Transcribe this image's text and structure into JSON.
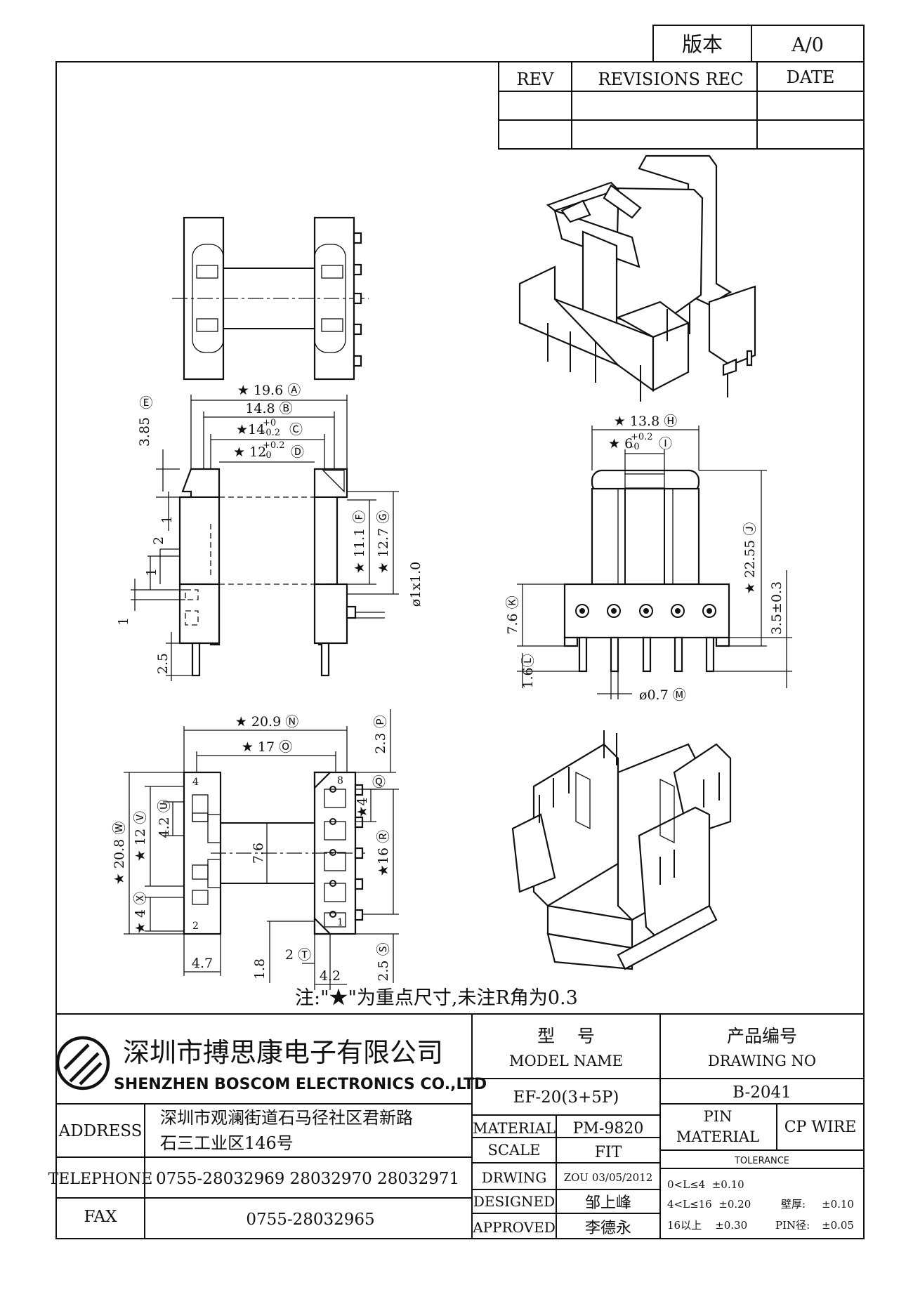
{
  "version_block": {
    "label": "版本",
    "value": "A/0"
  },
  "revision_table": {
    "headers": [
      "REV",
      "REVISIONS REC",
      "DATE"
    ]
  },
  "dimensions": {
    "a": "★ 19.6 Ⓐ",
    "b": "14.8 Ⓑ",
    "c_base": "★14",
    "c_tol_up": "+0",
    "c_tol_dn": "-0.2",
    "c_tag": "Ⓒ",
    "d_base": "★ 12",
    "d_tol_up": "+0.2",
    "d_tol_dn": "-0",
    "d_tag": "Ⓓ",
    "e_tag": "Ⓔ",
    "e_val": "3.85",
    "f": "★ 11.1 Ⓕ",
    "g": "★ 12.7 Ⓖ",
    "pin_dia_side": "ø1x1.0",
    "side_1a": "1",
    "side_2": "2",
    "side_1b": "1",
    "side_1c": "1",
    "side_25": "2.5",
    "h": "★ 13.8 Ⓗ",
    "i_base": "★ 6",
    "i_tol_up": "+0.2",
    "i_tol_dn": "-0",
    "i_tag": "Ⓘ",
    "j": "★ 22.55 Ⓙ",
    "k": "7.6 Ⓚ",
    "l": "1.6Ⓛ",
    "m": "ø0.7 Ⓜ",
    "h35": "3.5±0.3",
    "n": "★ 20.9 Ⓝ",
    "o": "★ 17 Ⓞ",
    "p": "2.3 Ⓟ",
    "q_tag": "Ⓠ",
    "q_val": "★4",
    "r": "★16 Ⓡ",
    "s": "2.5 Ⓢ",
    "t": "2 Ⓣ",
    "u": "4.2 Ⓤ",
    "v": "★ 12 Ⓥ",
    "w": "★ 20.8 Ⓦ",
    "x": "★ 4 Ⓧ",
    "d76": "7.6",
    "d47": "4.7",
    "d18": "1.8",
    "d42b": "4.2",
    "pin_4": "4",
    "pin_2": "2",
    "pin_8": "8",
    "pin_1": "1"
  },
  "note": "注:\"★\"为重点尺寸,未注R角为0.3",
  "company": {
    "name_cn": "深圳市搏思康电子有限公司",
    "name_en": "SHENZHEN BOSCOM ELECTRONICS CO.,LTD",
    "address_label": "ADDRESS",
    "address_line1": "深圳市观澜街道石马径社区君新路",
    "address_line2": "石三工业区146号",
    "telephone_label": "TELEPHONE",
    "telephone": "0755-28032969 28032970 28032971",
    "fax_label": "FAX",
    "fax": "0755-28032965"
  },
  "title_block": {
    "model_label_cn": "型    号",
    "model_label_en": "MODEL NAME",
    "model": "EF-20(3+5P)",
    "drawing_label_cn": "产品编号",
    "drawing_label_en": "DRAWING NO",
    "drawing_no": "B-2041",
    "material_label": "MATERIAL",
    "material": "PM-9820",
    "scale_label": "SCALE",
    "scale": "FIT",
    "drawing_by_label": "DRWING",
    "drawing_by": "ZOU 03/05/2012",
    "designed_label": "DESIGNED",
    "designed": "邹上峰",
    "approved_label": "APPROVED",
    "approved": "李德永",
    "pin_material_label_1": "PIN",
    "pin_material_label_2": "MATERIAL",
    "pin_material": "CP WIRE",
    "tolerance_label": "TOLERANCE",
    "tol_1": "0<L≤4  ±0.10",
    "tol_2": "4<L≤16  ±0.20",
    "tol_3": "16以上    ±0.30",
    "wall_label": "壁厚:",
    "wall_value": "±0.10",
    "pin_dia_label": "PIN径:",
    "pin_dia_value": "±0.05"
  }
}
